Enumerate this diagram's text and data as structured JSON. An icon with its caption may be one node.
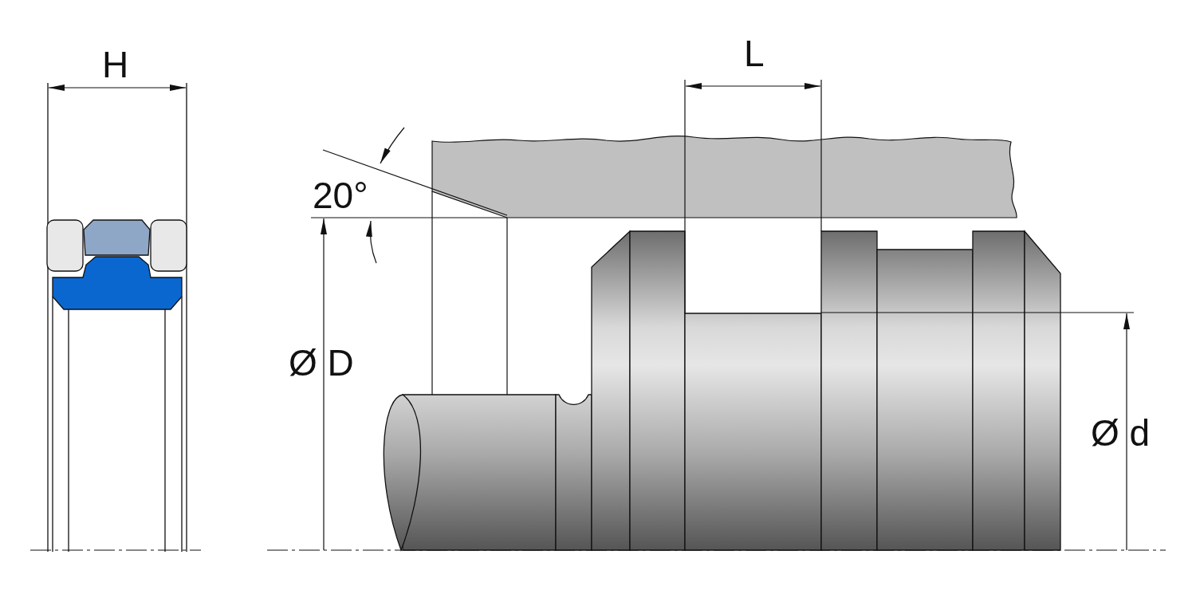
{
  "diagram": {
    "labels": [
      "H",
      "L",
      "20°",
      "Ø D",
      "Ø d"
    ]
  }
}
